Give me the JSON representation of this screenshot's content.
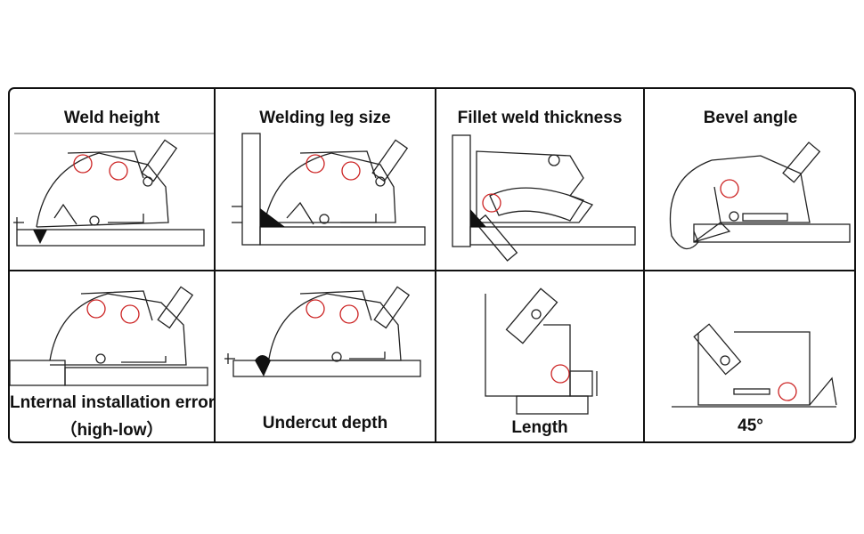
{
  "panels": [
    {
      "id": "weld-height",
      "title": "Weld height"
    },
    {
      "id": "welding-leg-size",
      "title": "Welding leg size"
    },
    {
      "id": "fillet-weld-thickness",
      "title": "Fillet weld thickness"
    },
    {
      "id": "bevel-angle",
      "title": "Bevel angle"
    },
    {
      "id": "internal-installation-error",
      "title": "Lnternal installation error",
      "subtitle": "（high-low）"
    },
    {
      "id": "undercut-depth",
      "title": "Undercut depth"
    },
    {
      "id": "length",
      "title": "Length"
    },
    {
      "id": "angle-45",
      "title": "45°"
    }
  ]
}
